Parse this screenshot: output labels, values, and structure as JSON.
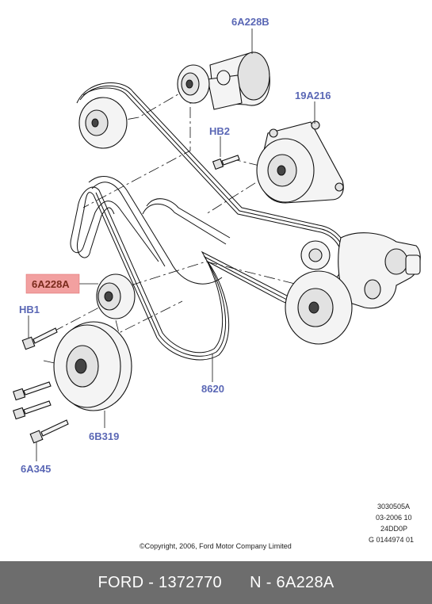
{
  "callouts": {
    "tensioner": "6A228B",
    "water_pump": "19A216",
    "bolt_hb2": "HB2",
    "idler_highlighted": "6A228A",
    "bolt_hb1": "HB1",
    "belt": "8620",
    "crank_pulley": "6B319",
    "crank_bolt": "6A345"
  },
  "highlight_color": "#f2a0a0",
  "callout_color": "#5a67b5",
  "meta": {
    "line1": "3030505A",
    "line2": "03-2006 10",
    "line3": "24DD0P",
    "line4": "G 0144974 01"
  },
  "copyright": "©Copyright, 2006, Ford Motor Company Limited",
  "footer": {
    "part_number": "FORD - 1372770",
    "reference": "N - 6A228A"
  }
}
